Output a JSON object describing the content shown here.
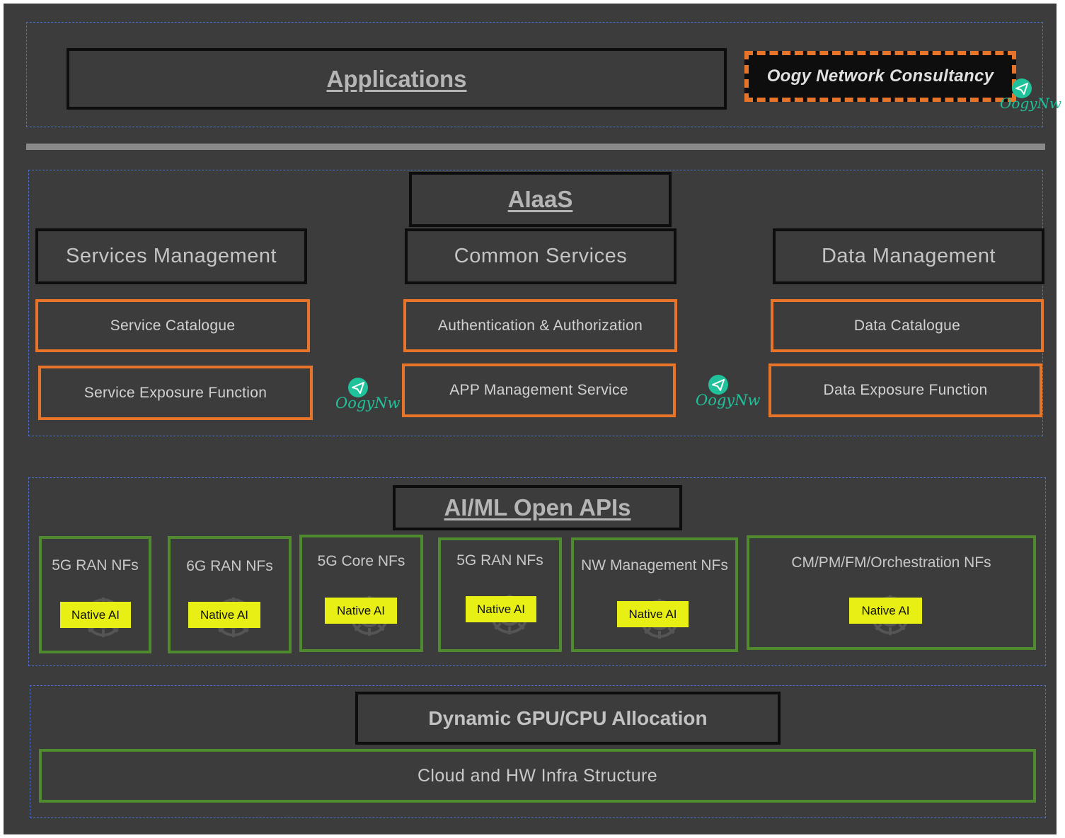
{
  "header": {
    "applications": "Applications",
    "consultancy": "Oogy Network Consultancy"
  },
  "aiaas": {
    "title": "AIaaS",
    "services_management": "Services Management",
    "common_services": "Common Services",
    "data_management": "Data Management",
    "service_catalogue": "Service Catalogue",
    "service_exposure": "Service Exposure Function",
    "auth": "Authentication & Authorization",
    "app_mgmt": "APP Management Service",
    "data_catalogue": "Data Catalogue",
    "data_exposure": "Data Exposure Function"
  },
  "apis": {
    "title": "AI/ML Open APIs",
    "nfs": [
      {
        "label": "5G RAN NFs",
        "badge": "Native AI"
      },
      {
        "label": "6G RAN NFs",
        "badge": "Native AI"
      },
      {
        "label": "5G Core NFs",
        "badge": "Native AI"
      },
      {
        "label": "5G RAN NFs",
        "badge": "Native AI"
      },
      {
        "label": "NW Management NFs",
        "badge": "Native AI"
      },
      {
        "label": "CM/PM/FM/Orchestration NFs",
        "badge": "Native AI"
      }
    ]
  },
  "infra": {
    "allocation": "Dynamic GPU/CPU Allocation",
    "cloud": "Cloud and HW Infra Structure"
  },
  "logo": {
    "text": "OogyNw",
    "color": "#1fc29a",
    "icon": "paper-plane-icon"
  }
}
